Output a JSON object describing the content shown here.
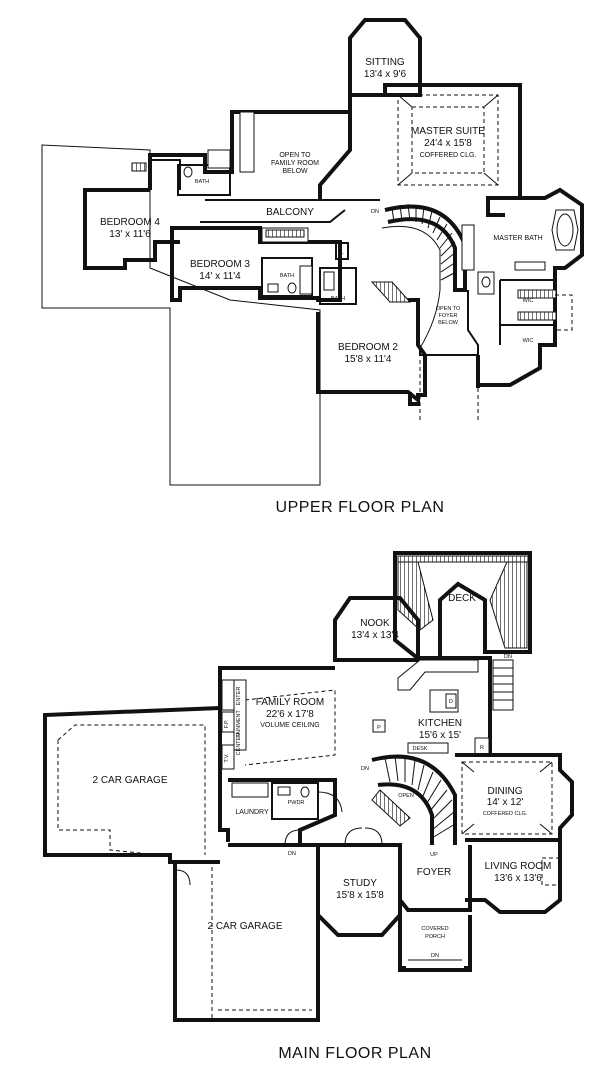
{
  "upper": {
    "title": "UPPER FLOOR PLAN",
    "rooms": {
      "sitting": {
        "name": "SITTING",
        "size": "13'4 x 9'6"
      },
      "master_suite": {
        "name": "MASTER SUITE",
        "size": "24'4 x 15'8",
        "note": "COFFERED CLG."
      },
      "open_family": {
        "l1": "OPEN TO",
        "l2": "FAMILY ROOM",
        "l3": "BELOW"
      },
      "bedroom4": {
        "name": "BEDROOM 4",
        "size": "13' x 11'6"
      },
      "balcony": {
        "name": "BALCONY"
      },
      "bedroom3": {
        "name": "BEDROOM 3",
        "size": "14' x 11'4"
      },
      "master_bath": {
        "name": "MASTER BATH"
      },
      "open_foyer": {
        "l1": "OPEN TO",
        "l2": "FOYER",
        "l3": "BELOW"
      },
      "bedroom2": {
        "name": "BEDROOM 2",
        "size": "15'8 x 11'4"
      }
    },
    "small": {
      "bath": "BATH",
      "wic": "WIC",
      "dn": "DN",
      "linen": "L"
    }
  },
  "main": {
    "title": "MAIN FLOOR PLAN",
    "rooms": {
      "deck": {
        "name": "DECK"
      },
      "nook": {
        "name": "NOOK",
        "size": "13'4 x 13'4"
      },
      "family": {
        "name": "FAMILY ROOM",
        "size": "22'6 x 17'8",
        "note": "VOLUME CEILING"
      },
      "kitchen": {
        "name": "KITCHEN",
        "size": "15'6 x 15'"
      },
      "garage1": {
        "name": "2 CAR GARAGE"
      },
      "garage2": {
        "name": "2 CAR GARAGE"
      },
      "dining": {
        "name": "DINING",
        "size": "14' x 12'",
        "note": "COFFERED CLG."
      },
      "laundry": {
        "name": "LAUNDRY"
      },
      "pwdr": {
        "name": "PWDR"
      },
      "study": {
        "name": "STUDY",
        "size": "15'8 x 15'8"
      },
      "foyer": {
        "name": "FOYER"
      },
      "living": {
        "name": "LIVING ROOM",
        "size": "13'6 x 13'6"
      },
      "porch": {
        "l1": "COVERED",
        "l2": "PORCH"
      }
    },
    "small": {
      "dn": "DN",
      "up": "UP",
      "open": "OPEN",
      "desk": "DESK",
      "fp": "F.P.",
      "tv": "T.V.",
      "enter": "ENTER",
      "tainment": "TAINMENT",
      "center": "CENTER",
      "pantry": "P",
      "refrigerator": "R",
      "dishwasher": "D"
    }
  }
}
